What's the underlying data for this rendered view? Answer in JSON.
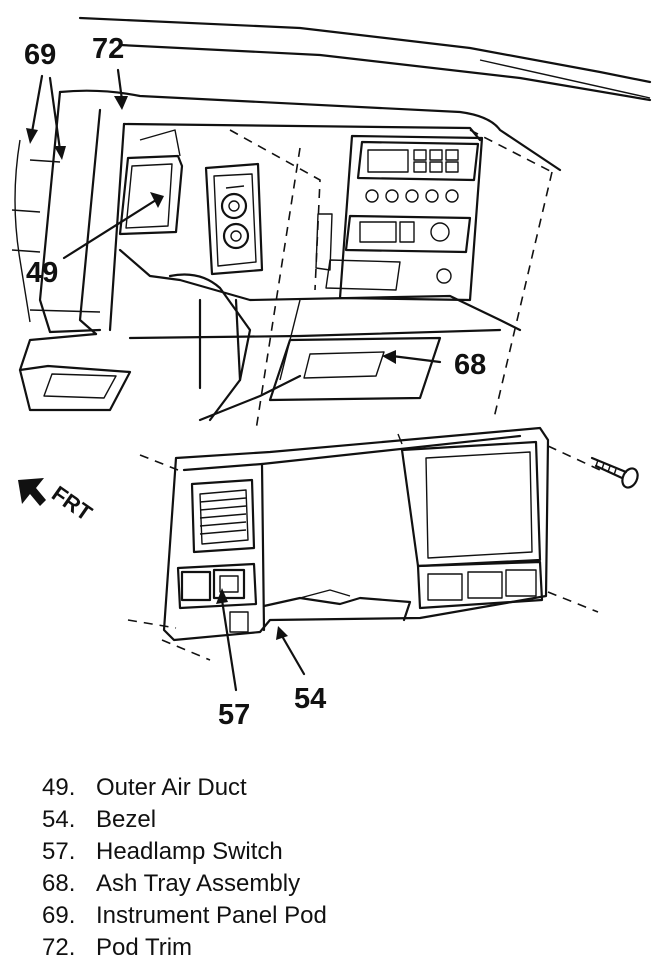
{
  "callouts": {
    "c69": "69",
    "c72": "72",
    "c49": "49",
    "c68": "68",
    "c57": "57",
    "c54": "54"
  },
  "direction": {
    "label": "FRT"
  },
  "legend": [
    {
      "num": "49.",
      "label": "Outer Air Duct"
    },
    {
      "num": "54.",
      "label": "Bezel"
    },
    {
      "num": "57.",
      "label": "Headlamp Switch"
    },
    {
      "num": "68.",
      "label": "Ash Tray Assembly"
    },
    {
      "num": "69.",
      "label": "Instrument Panel Pod"
    },
    {
      "num": "72.",
      "label": "Pod Trim"
    }
  ],
  "icons": [
    "front-arrow-icon",
    "screw-icon"
  ]
}
